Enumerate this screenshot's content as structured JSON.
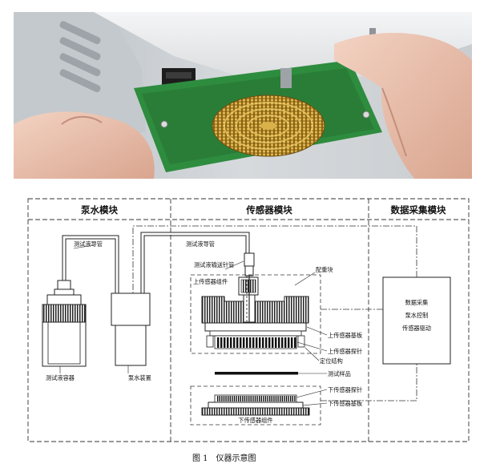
{
  "photo": {
    "description_icon": "instrument-photo"
  },
  "diagram": {
    "modules": {
      "pump": "泵水模块",
      "sensor": "传感器模块",
      "daq": "数据采集模块"
    },
    "labels": {
      "guide_tube_left": "测试液导管",
      "guide_tube_right": "测试液导管",
      "needle_tube": "测试液输送针管",
      "counterweight": "配重块",
      "upper_assembly": "上传感器组件",
      "upper_substrate": "上传感器基板",
      "upper_probe": "上传感器探针",
      "positioning": "定位结构",
      "sample": "测试样品",
      "lower_probe": "下传感器探针",
      "lower_substrate": "下传感器基板",
      "lower_assembly": "下传感器组件",
      "container": "测试液容器",
      "pump_device": "泵水装置"
    },
    "daq_box": {
      "line1": "数据采集",
      "line2": "泵水控制",
      "line3": "传感器驱动"
    },
    "caption": "图 1　仪器示意图"
  }
}
